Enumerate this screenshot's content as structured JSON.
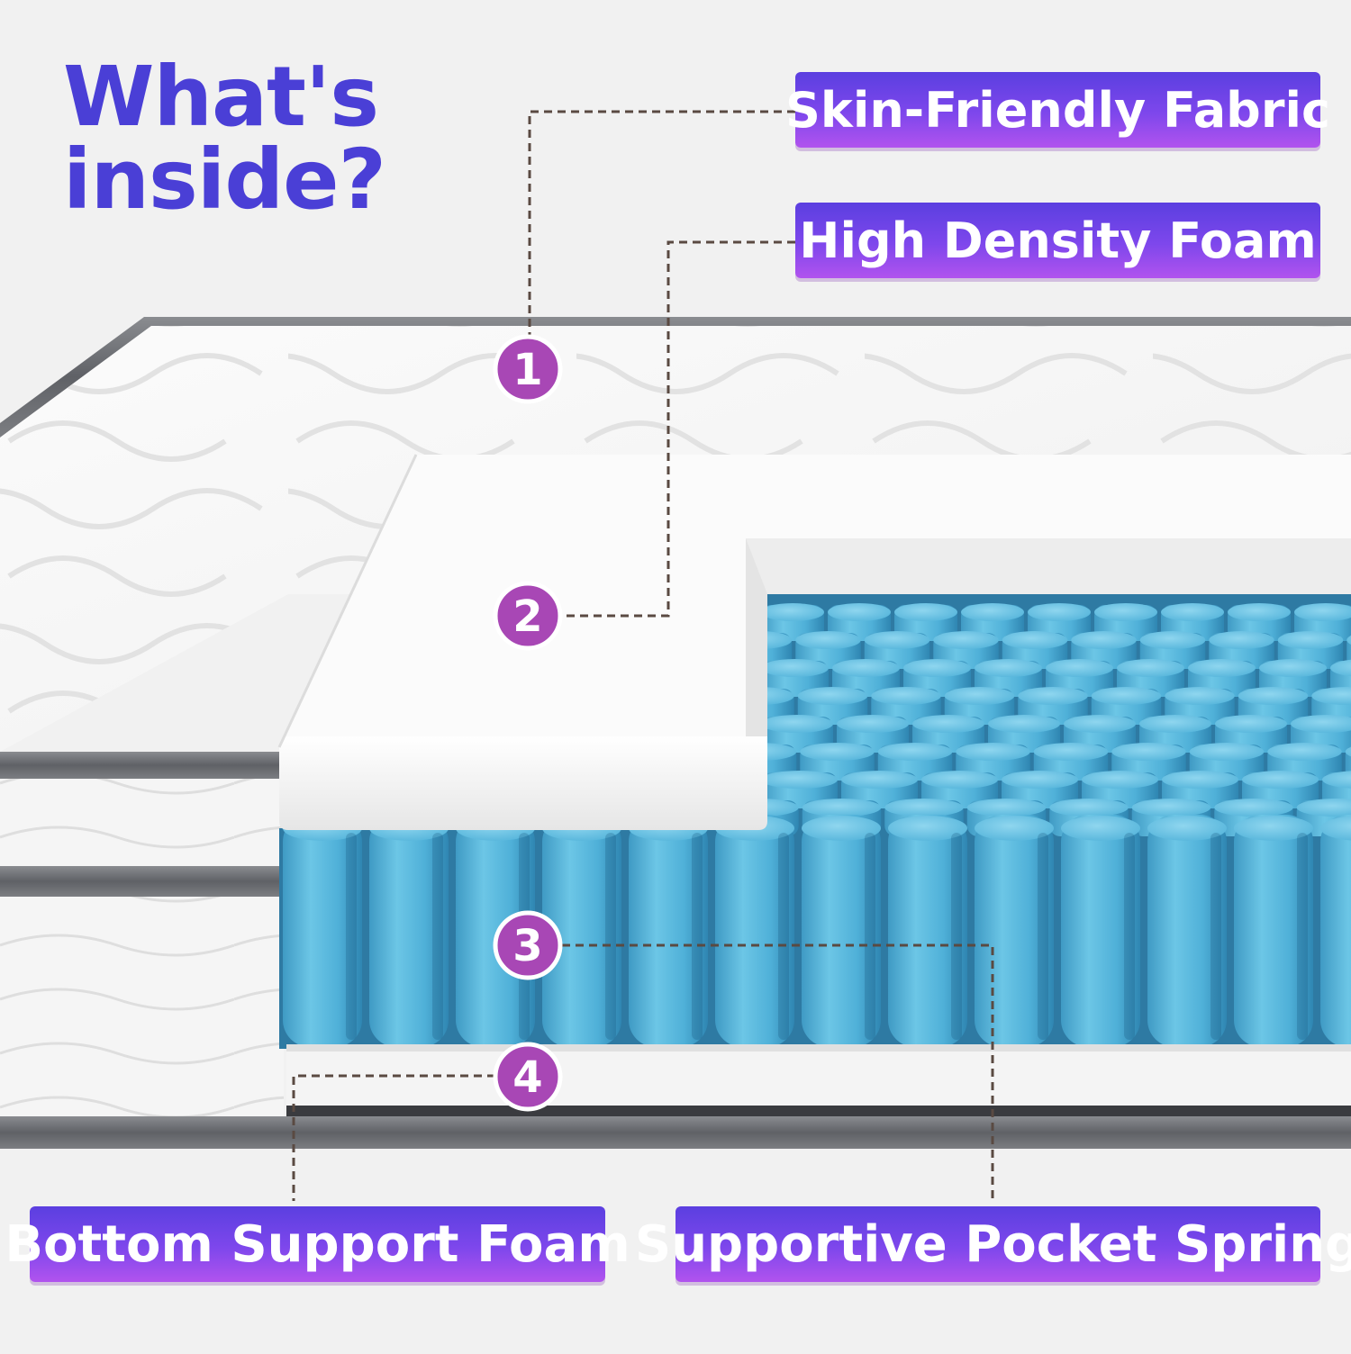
{
  "headline": {
    "line1": "What's",
    "line2": "inside?",
    "color": "#4a3fd6"
  },
  "layers": [
    {
      "number": "1",
      "label": "Skin-Friendly Fabric"
    },
    {
      "number": "2",
      "label": "High Density Foam"
    },
    {
      "number": "3",
      "label": "Supportive Pocket Spring"
    },
    {
      "number": "4",
      "label": "Bottom Support Foam"
    }
  ],
  "colors": {
    "marker_fill": "#a847b5",
    "label_gradient_top": "#5b3fe0",
    "label_gradient_bottom": "#b153ee",
    "leader_line": "#5a4a42",
    "spring_blue": "#5cb8dc",
    "mattress_white": "#f7f7f7",
    "edge_grey": "#6f7176"
  }
}
